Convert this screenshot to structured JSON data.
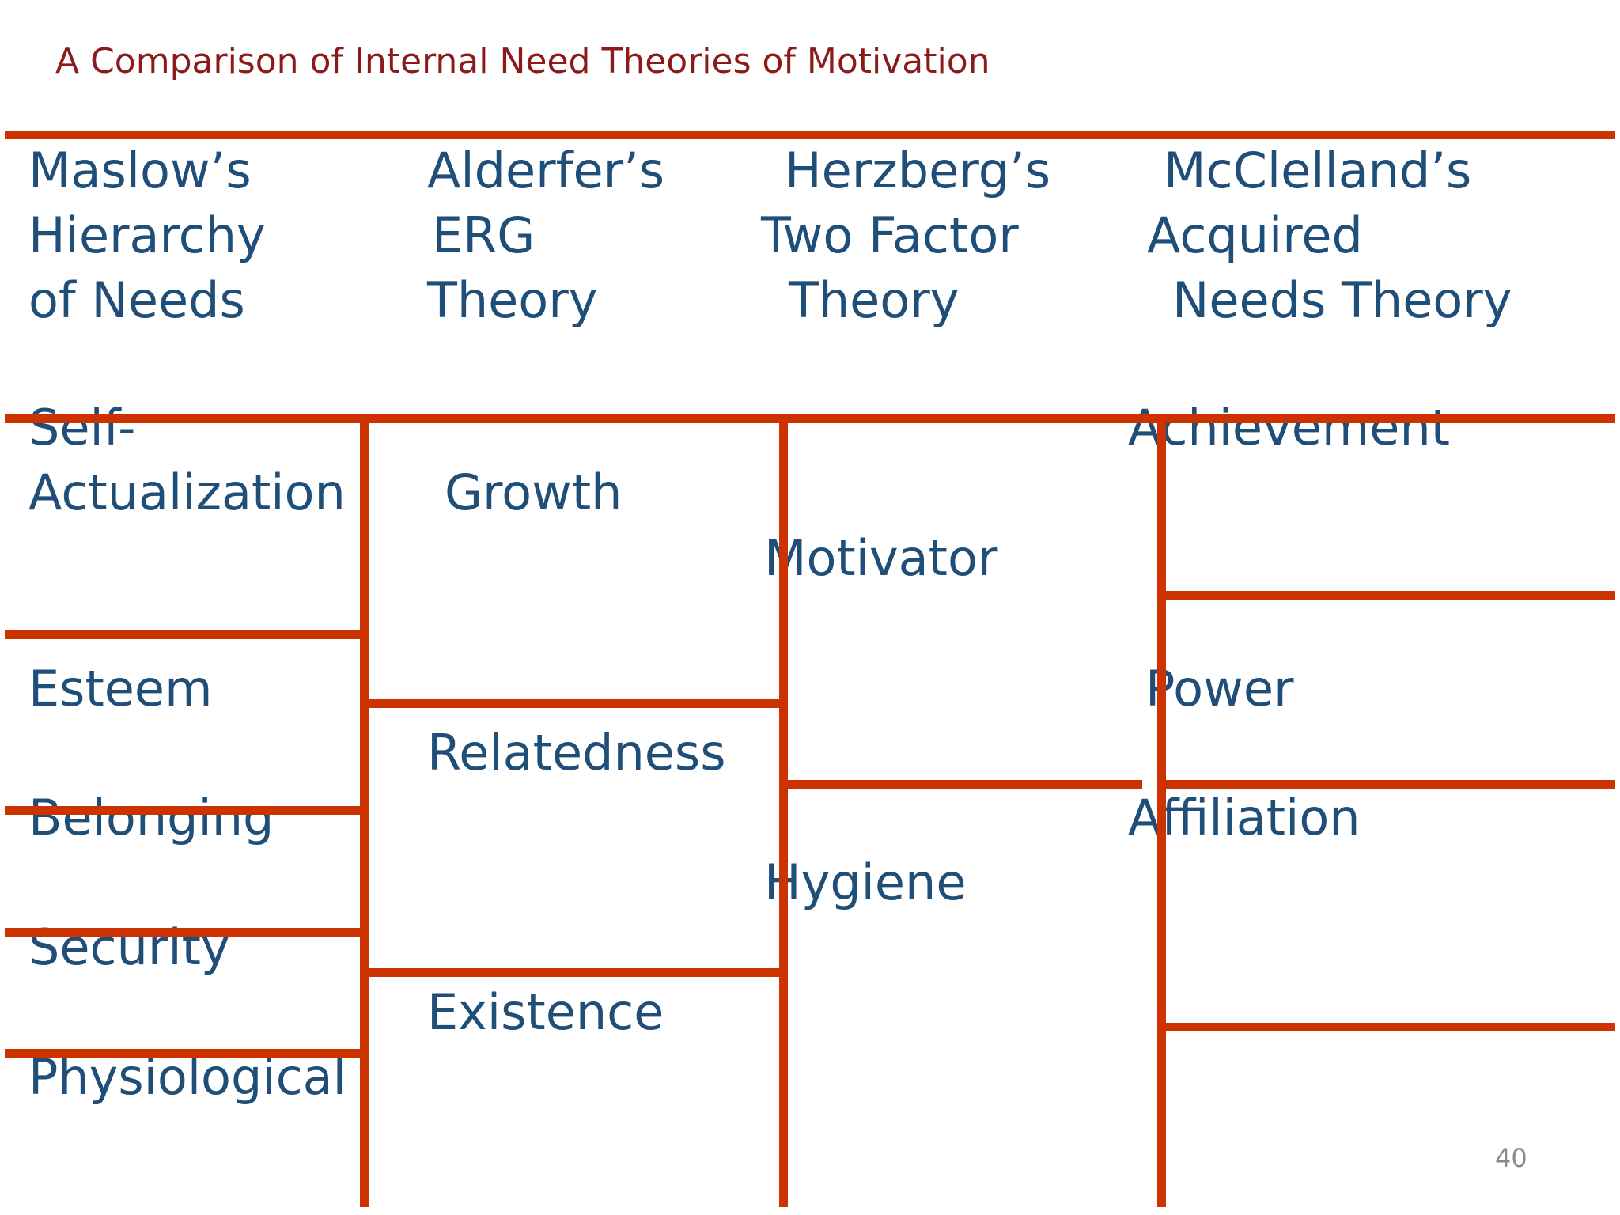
{
  "title": "A Comparison of Internal Need Theories of Motivation",
  "columns": [
    {
      "header_lines": [
        "Maslow’s",
        "Hierarchy",
        "of Needs"
      ]
    },
    {
      "header_lines": [
        "Alderfer’s",
        "ERG",
        "Theory"
      ]
    },
    {
      "header_lines": [
        "Herzberg’s",
        "Two Factor",
        "Theory"
      ]
    },
    {
      "header_lines": [
        "McClelland’s",
        "Acquired",
        "Needs Theory"
      ]
    }
  ],
  "maslow": {
    "self_actualization_lines": [
      "Self-",
      "Actualization"
    ],
    "esteem": "Esteem",
    "belonging": "Belonging",
    "security": "Security",
    "physiological": "Physiological"
  },
  "erg": {
    "growth": "Growth",
    "relatedness": "Relatedness",
    "existence": "Existence"
  },
  "herzberg": {
    "motivator": "Motivator",
    "hygiene": "Hygiene"
  },
  "mcclelland": {
    "achievement": "Achievement",
    "power": "Power",
    "affiliation": "Affiliation"
  },
  "page_number": "40",
  "colors": {
    "title": "#8b1a1a",
    "text": "#1f4e79",
    "lines": "#cc3300"
  }
}
